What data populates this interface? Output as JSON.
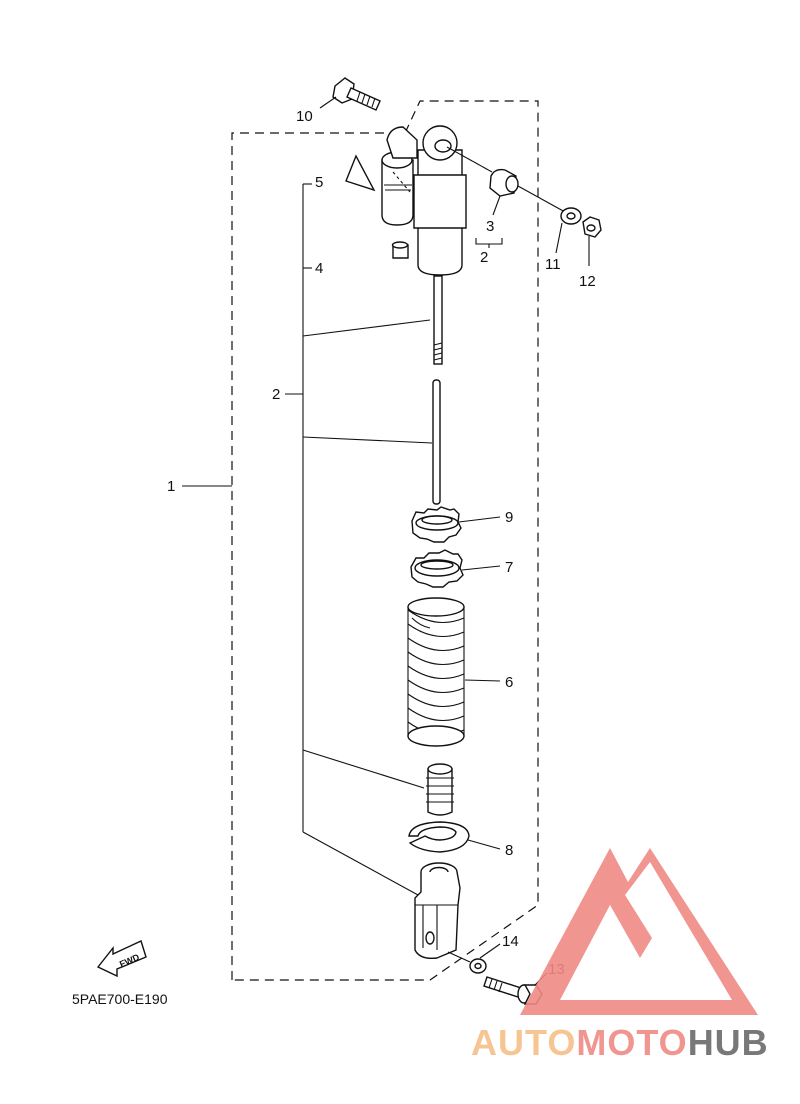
{
  "callouts": {
    "c1": "1",
    "c2": "2",
    "c2b": "2",
    "c3": "3",
    "c4": "4",
    "c5": "5",
    "c6": "6",
    "c7": "7",
    "c8": "8",
    "c9": "9",
    "c10": "10",
    "c11": "11",
    "c12": "12",
    "c13": "13",
    "c14": "14"
  },
  "diagram_code": "5PAE700-E190",
  "fwd_label": "FWD",
  "watermark": {
    "part1": "AUTO",
    "part2": "MOTO",
    "part3": "HUB",
    "color_light": "#f7bf88",
    "color_red": "#f08a84",
    "color_dark": "#6a6a6a"
  }
}
